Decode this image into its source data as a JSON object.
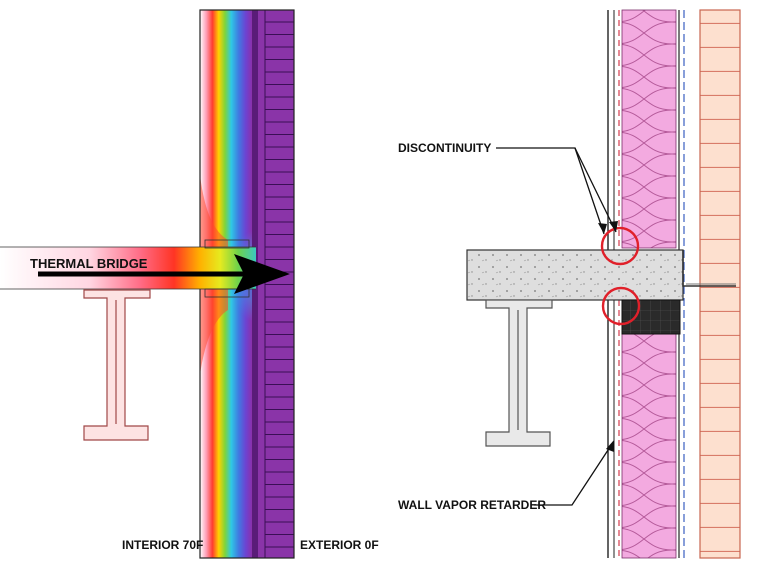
{
  "labels": {
    "thermal_bridge": "THERMAL BRIDGE",
    "interior": "INTERIOR 70F",
    "exterior": "EXTERIOR 0F",
    "discontinuity": "DISCONTINUITY",
    "wall_vapor_retarder": "WALL VAPOR RETARDER"
  },
  "colors": {
    "thermal_gradient": [
      "#ffffff",
      "#ff8fb0",
      "#ff2a2a",
      "#ffd400",
      "#5fd13c",
      "#2ec9e6",
      "#3d6fe0",
      "#7a3fd0",
      "#8f2fae"
    ],
    "exterior_wall": "#7f2f9e",
    "insulation": "#f2a6df",
    "brick": "#fde0cf",
    "concrete": "#dcdcdc",
    "highlight_circle": "#e0202a",
    "vapor_retarder": "#d84a5a"
  }
}
